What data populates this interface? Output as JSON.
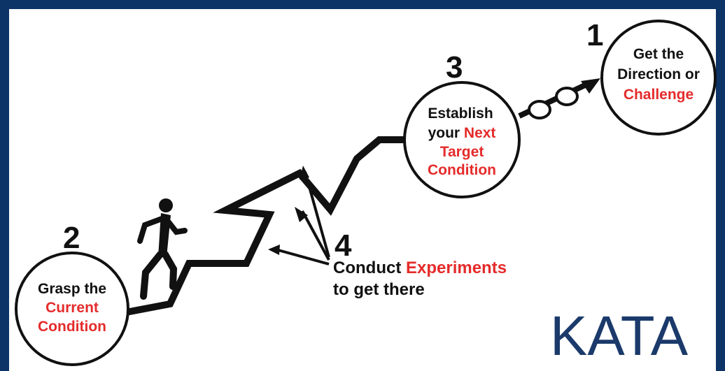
{
  "colors": {
    "frame": "#0d3466",
    "panel": "#ffffff",
    "ink": "#111111",
    "accent": "#e52b2b",
    "kata": "#1b3a6b"
  },
  "steps": [
    {
      "number": "1",
      "line1_plain": "Get the",
      "line2_plain": "Direction or",
      "line3_red": "Challenge"
    },
    {
      "number": "2",
      "line1_plain": "Grasp the",
      "line2_red": "Current",
      "line3_red": "Condition"
    },
    {
      "number": "3",
      "line1_plain": "Establish",
      "line2_plain": "your ",
      "line2_red": "Next",
      "line3_red": "Target",
      "line4_red": "Condition"
    },
    {
      "number": "4",
      "line1_plain": "Conduct ",
      "line1_red": "Experiments",
      "line2_plain": "to get there"
    }
  ],
  "icons": {
    "figure": "running-person-icon",
    "arrows": "arrow-icon",
    "bubbles": "bubble-icon"
  },
  "brand": {
    "title": "KATA"
  }
}
